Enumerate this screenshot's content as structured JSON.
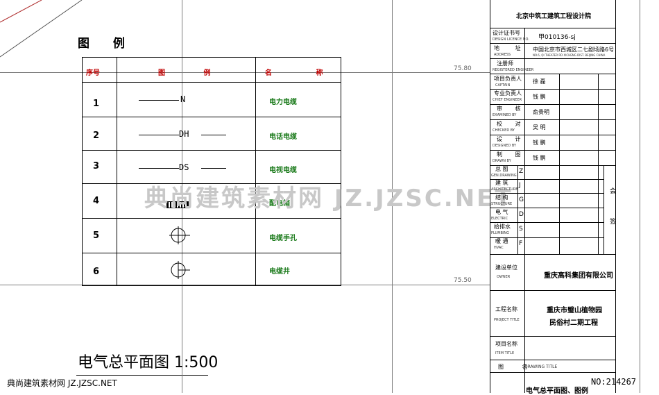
{
  "legend": {
    "title": "图 例",
    "headers": {
      "no": "序号",
      "symbol": "图 例",
      "name": "名 称"
    },
    "rows": [
      {
        "no": "1",
        "code": "N",
        "name": "电力电缆"
      },
      {
        "no": "2",
        "code": "DH",
        "name": "电话电缆"
      },
      {
        "no": "3",
        "code": "DS",
        "name": "电视电缆"
      },
      {
        "no": "4",
        "code": "",
        "name": "配电箱"
      },
      {
        "no": "5",
        "code": "",
        "name": "电缆手孔"
      },
      {
        "no": "6",
        "code": "",
        "name": "电缆井"
      }
    ]
  },
  "drawing_title": "电气总平面图 1:500",
  "watermark": "典尚建筑素材网 JZ.JZSC.NET",
  "footer": {
    "left": "典尚建筑素材网 JZ.JZSC.NET",
    "right": "NO:214267"
  },
  "elevations": {
    "top": "75.80",
    "bottom": "75.50"
  },
  "title_block": {
    "institute": "北京中筑工建筑工程设计院",
    "cert_label": "设计证书号",
    "cert_label_en": "DESIGN LICENCE NO.",
    "cert_value": "甲010136-sj",
    "address_label": "地 址",
    "address_label_en": "ADDRESS",
    "address_value": "中国北京市西城区二七剧场路6号",
    "address_value_en": "NO.6, QI THEATER RD XICHENG DIST. BEIJING CHINA",
    "reg_label": "注册师",
    "reg_label_en": "REGISTERED ENGINEER",
    "staff": [
      {
        "label": "项目负责人",
        "label_en": "CAPTAIN",
        "value": "徐 磊"
      },
      {
        "label": "专业负责人",
        "label_en": "CHIEF ENGINEER",
        "value": "钱 鹏"
      },
      {
        "label": "审 核",
        "label_en": "EXAMINED BY",
        "value": "俞贵明"
      },
      {
        "label": "校 对",
        "label_en": "CHECKED BY",
        "value": "吴 明"
      },
      {
        "label": "设 计",
        "label_en": "DESIGNED BY",
        "value": "钱 鹏"
      },
      {
        "label": "制 图",
        "label_en": "DRAWN BY",
        "value": "钱 鹏"
      }
    ],
    "disciplines": [
      {
        "label": "总 图",
        "label_en": "GEN.DRAWING",
        "code": "Z"
      },
      {
        "label": "建 筑",
        "label_en": "ARCHITECTURE",
        "code": "J"
      },
      {
        "label": "结 构",
        "label_en": "STRUCTURE",
        "code": "G"
      },
      {
        "label": "电 气",
        "label_en": "ELECTRIC",
        "code": "D"
      },
      {
        "label": "给排水",
        "label_en": "PLUMBING",
        "code": "S"
      },
      {
        "label": "暖 通",
        "label_en": "HVAC",
        "code": "F"
      }
    ],
    "countersign": "会 签",
    "owner_label": "建设单位",
    "owner_label_en": "OWNER",
    "owner_value": "重庆高科集团有限公司",
    "project_label": "工程名称",
    "project_label_en": "PROJECT TITLE",
    "project_value_1": "重庆市璧山植物园",
    "project_value_2": "民俗村二期工程",
    "item_label": "项目名称",
    "item_label_en": "ITEM TITLE",
    "drawing_label": "图 名",
    "drawing_label_en": "DRAWING TITLE",
    "drawing_value": "电气总平面图、图例"
  }
}
